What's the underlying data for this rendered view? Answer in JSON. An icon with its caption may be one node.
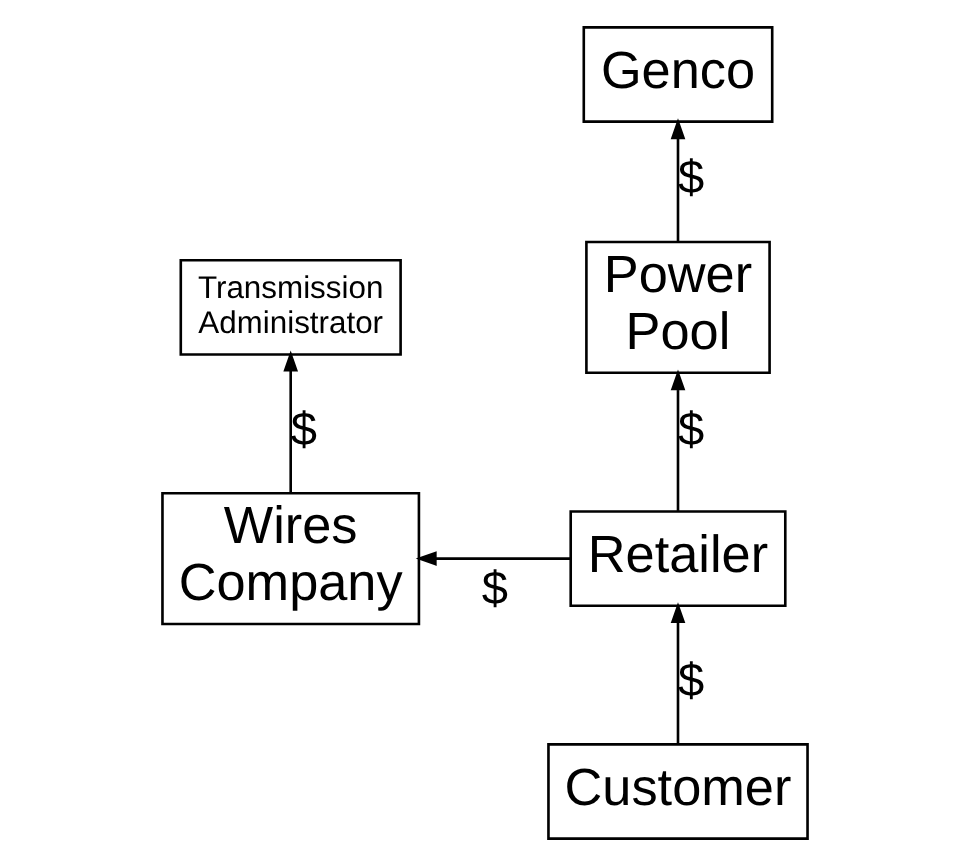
{
  "diagram": {
    "nodes": [
      {
        "text": [
          "Genco"
        ]
      },
      {
        "text": [
          "Transmission Administrator"
        ]
      },
      {
        "text": [
          "Power Pool"
        ]
      },
      {
        "text": [
          "Wires Company"
        ]
      },
      {
        "text": [
          "Retailer"
        ]
      },
      {
        "text": [
          "Customer"
        ]
      }
    ],
    "edges": [
      {
        "from": 2,
        "to": 0,
        "arrow": "to",
        "label": "$"
      },
      {
        "from": 3,
        "to": 1,
        "arrow": "to",
        "label": "$"
      },
      {
        "from": 4,
        "to": 2,
        "arrow": "to",
        "label": "$"
      },
      {
        "from": 4,
        "to": 3,
        "arrow": "to",
        "label": "$"
      },
      {
        "from": 5,
        "to": 4,
        "arrow": "to",
        "label": "$"
      }
    ]
  }
}
